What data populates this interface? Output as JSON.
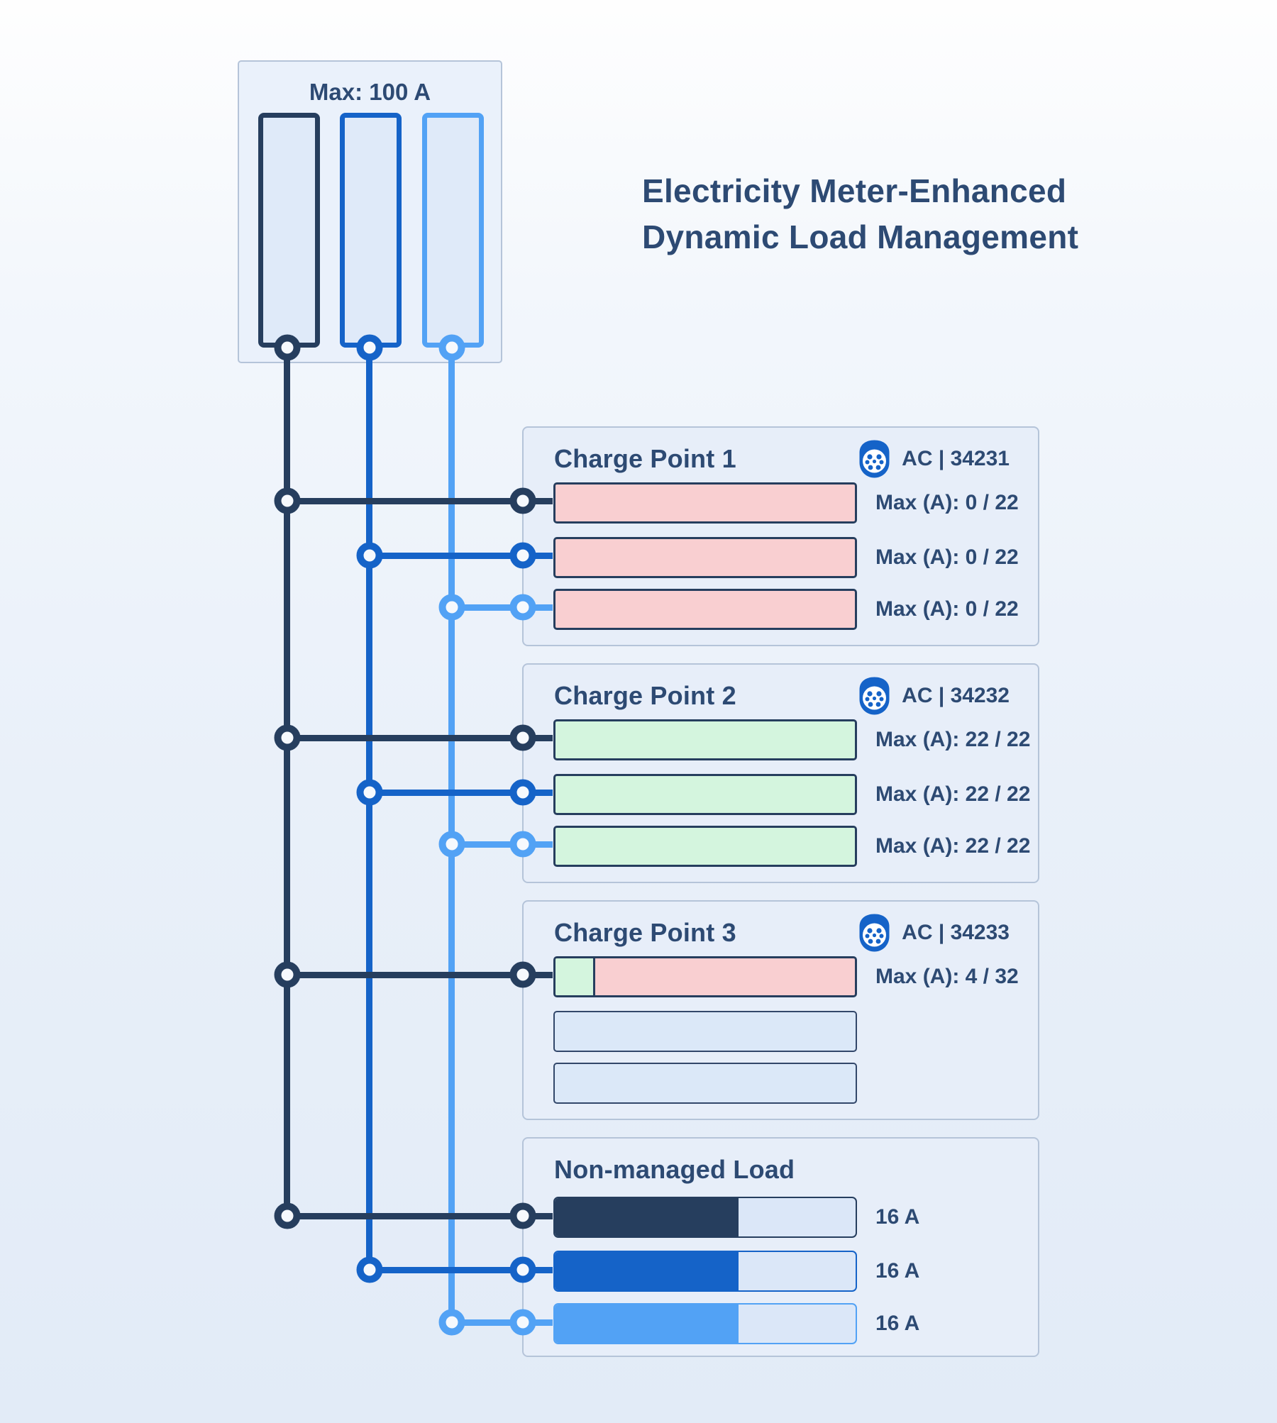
{
  "page": {
    "title_line1": "Electricity Meter-Enhanced",
    "title_line2": "Dynamic Load Management"
  },
  "meter": {
    "label": "Max: 100 A",
    "max_amps": 100,
    "phase_count": 3
  },
  "cards": [
    {
      "title": "Charge Point 1",
      "connector_type": "AC",
      "serial": "34231",
      "connector_label": "AC | 34231",
      "rows": [
        {
          "label": "Max (A): 0 / 22",
          "allocated": 0,
          "max": 22,
          "status": "none-allocated",
          "phase": 1
        },
        {
          "label": "Max (A): 0 / 22",
          "allocated": 0,
          "max": 22,
          "status": "none-allocated",
          "phase": 2
        },
        {
          "label": "Max (A): 0 / 22",
          "allocated": 0,
          "max": 22,
          "status": "none-allocated",
          "phase": 3
        }
      ]
    },
    {
      "title": "Charge Point 2",
      "connector_type": "AC",
      "serial": "34232",
      "connector_label": "AC | 34232",
      "rows": [
        {
          "label": "Max (A): 22 / 22",
          "allocated": 22,
          "max": 22,
          "status": "fully-allocated",
          "phase": 1
        },
        {
          "label": "Max (A): 22 / 22",
          "allocated": 22,
          "max": 22,
          "status": "fully-allocated",
          "phase": 2
        },
        {
          "label": "Max (A): 22 / 22",
          "allocated": 22,
          "max": 22,
          "status": "fully-allocated",
          "phase": 3
        }
      ]
    },
    {
      "title": "Charge Point 3",
      "connector_type": "AC",
      "serial": "34233",
      "connector_label": "AC | 34233",
      "rows": [
        {
          "label": "Max (A): 4 / 32",
          "allocated": 4,
          "max": 32,
          "status": "partially-allocated",
          "phase": 1,
          "fill_css": "12.5%"
        },
        {
          "status": "inactive"
        },
        {
          "status": "inactive"
        }
      ]
    },
    {
      "title": "Non-managed Load",
      "rows": [
        {
          "label": "16 A",
          "amps": 16,
          "phase": 1,
          "fill_css": "61%"
        },
        {
          "label": "16 A",
          "amps": 16,
          "phase": 2,
          "fill_css": "61%"
        },
        {
          "label": "16 A",
          "amps": 16,
          "phase": 3,
          "fill_css": "61%"
        }
      ]
    }
  ],
  "colors": {
    "navy": "#263E5E",
    "blue": "#1563C8",
    "sky": "#52A2F5",
    "text": "#2D4A73",
    "pink": "#F9CFD1",
    "green": "#D4F5DE",
    "empty": "#DBE8F8",
    "track": "#DBE7F8",
    "card_bg": "#E7EEF9",
    "card_border": "#B5C4D9",
    "meter_bg": "#EAF1FB",
    "bar_fill": "#DFEAF9",
    "bg_bottom": "#E2EBF7"
  }
}
